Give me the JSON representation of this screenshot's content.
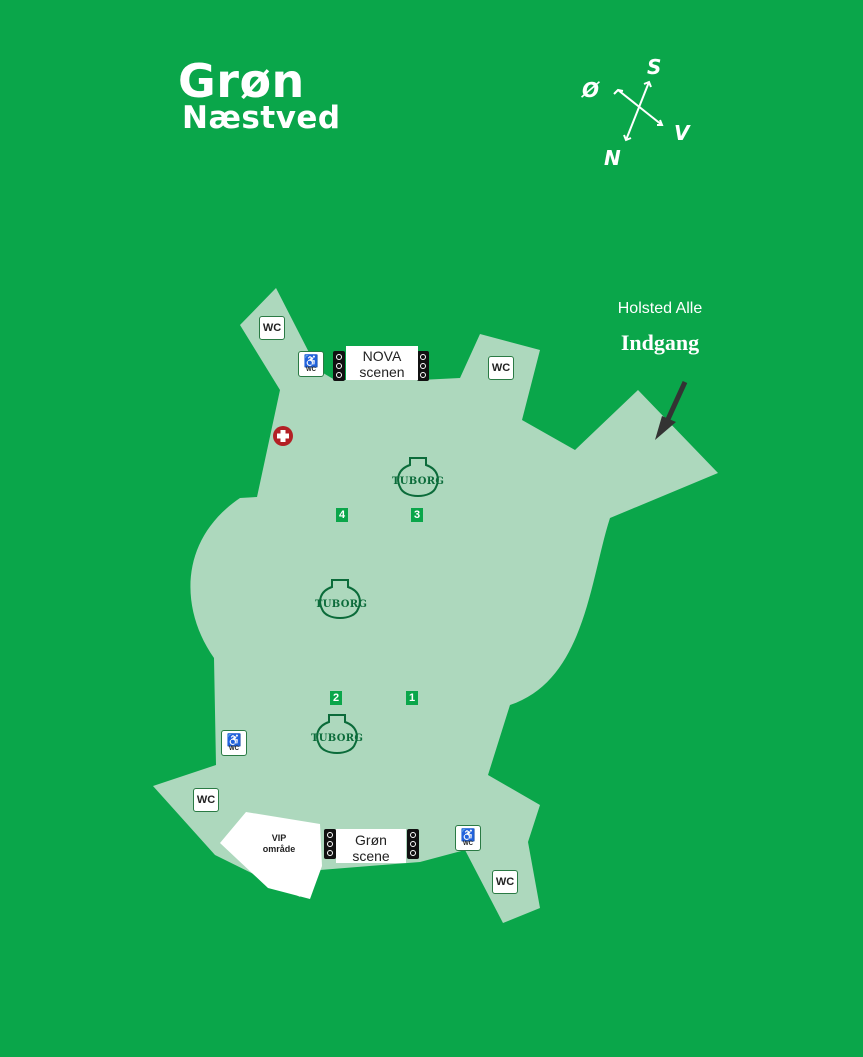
{
  "title": {
    "line1": "Grøn",
    "line2": "Næstved"
  },
  "compass": {
    "south": "S",
    "east": "Ø",
    "west": "V",
    "north": "N"
  },
  "entrance": {
    "street": "Holsted Alle",
    "label": "Indgang"
  },
  "stages": {
    "nova": {
      "line1": "NOVA",
      "line2": "scenen"
    },
    "gron": {
      "line1": "Grøn",
      "line2": "scene"
    }
  },
  "vip": {
    "line1": "VIP",
    "line2": "område"
  },
  "wc_label": "WC",
  "accessible_wc": {
    "symbol": "♿",
    "label": "WC"
  },
  "bars": {
    "brand": "TUBORG"
  },
  "numbers": [
    "1",
    "2",
    "3",
    "4"
  ],
  "colors": {
    "background": "#0aa64a",
    "area": "#add8bd",
    "first_aid": "#b32025"
  }
}
